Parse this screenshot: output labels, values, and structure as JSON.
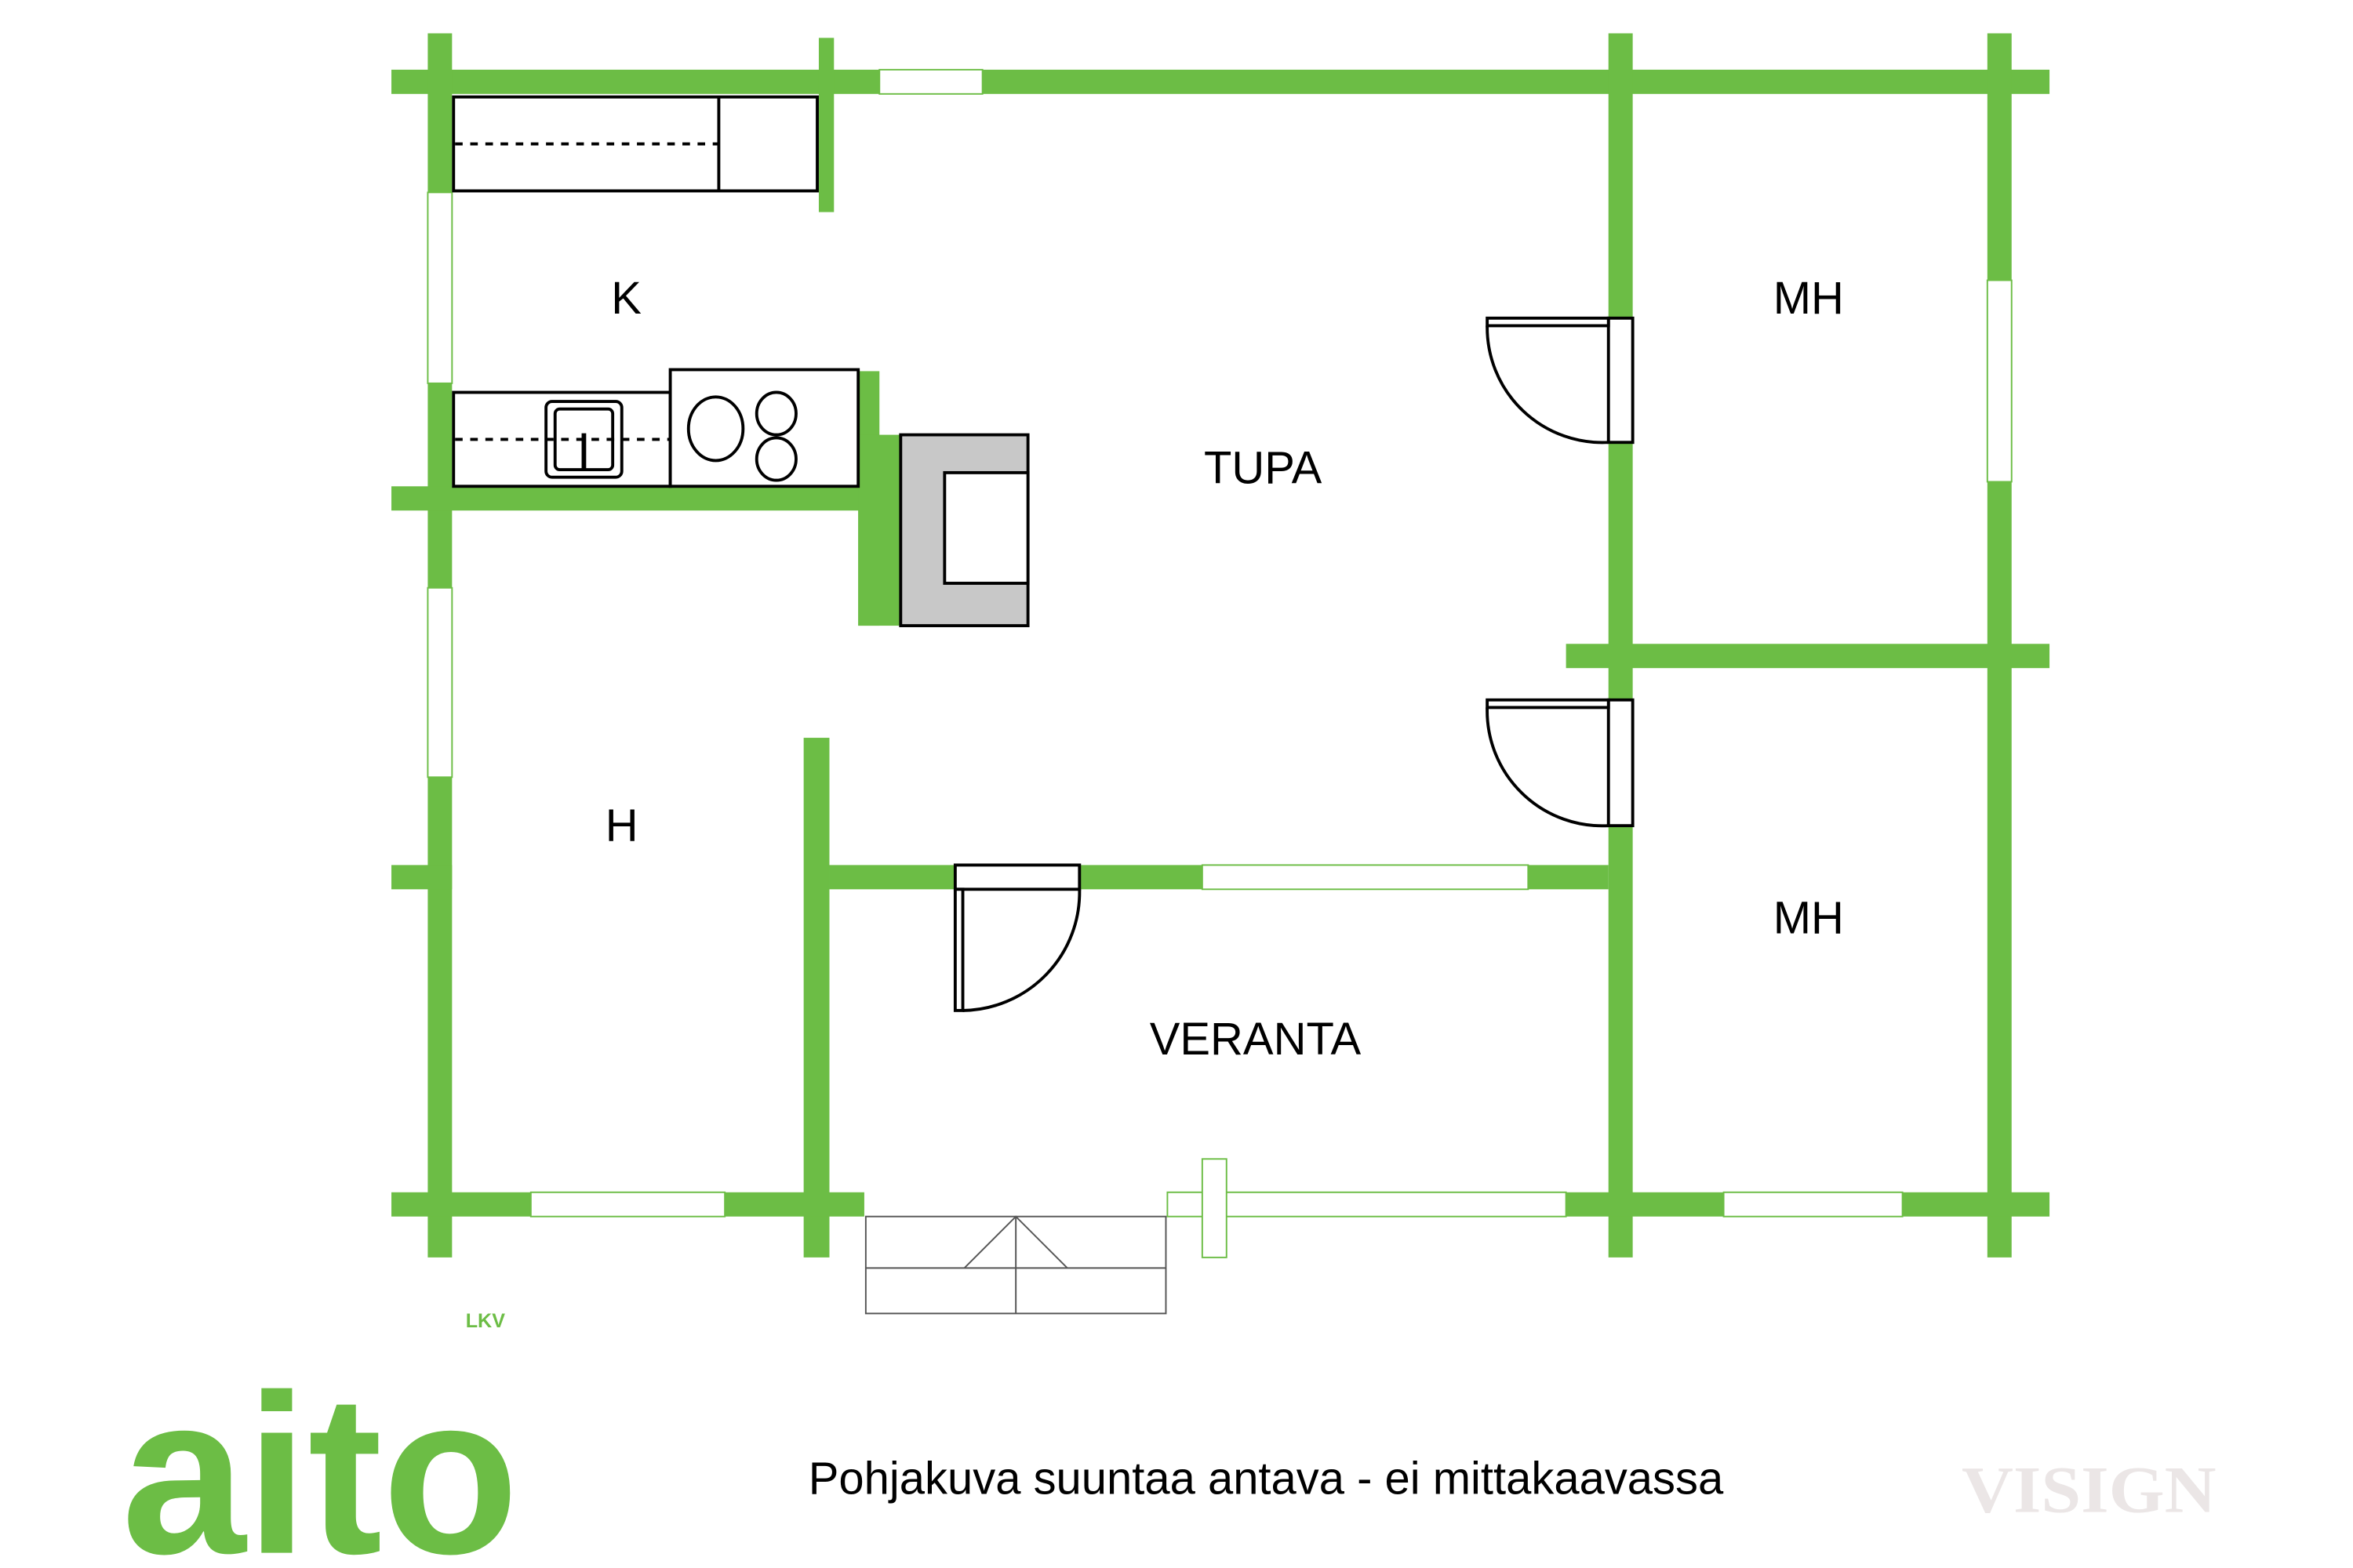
{
  "rooms": {
    "kitchen": "K",
    "living": "TUPA",
    "bedroom1": "MH",
    "bedroom2": "MH",
    "hall": "H",
    "veranda": "VERANTA"
  },
  "footer": {
    "note": "Pohjakuva suuntaa antava - ei mittakaavassa",
    "logo_text": "aito",
    "logo_suffix": "LKV",
    "watermark": "VISIGN"
  },
  "colors": {
    "wall": "#6cbd45",
    "logo": "#6cbd45",
    "watermark": "#ebe6e6"
  }
}
